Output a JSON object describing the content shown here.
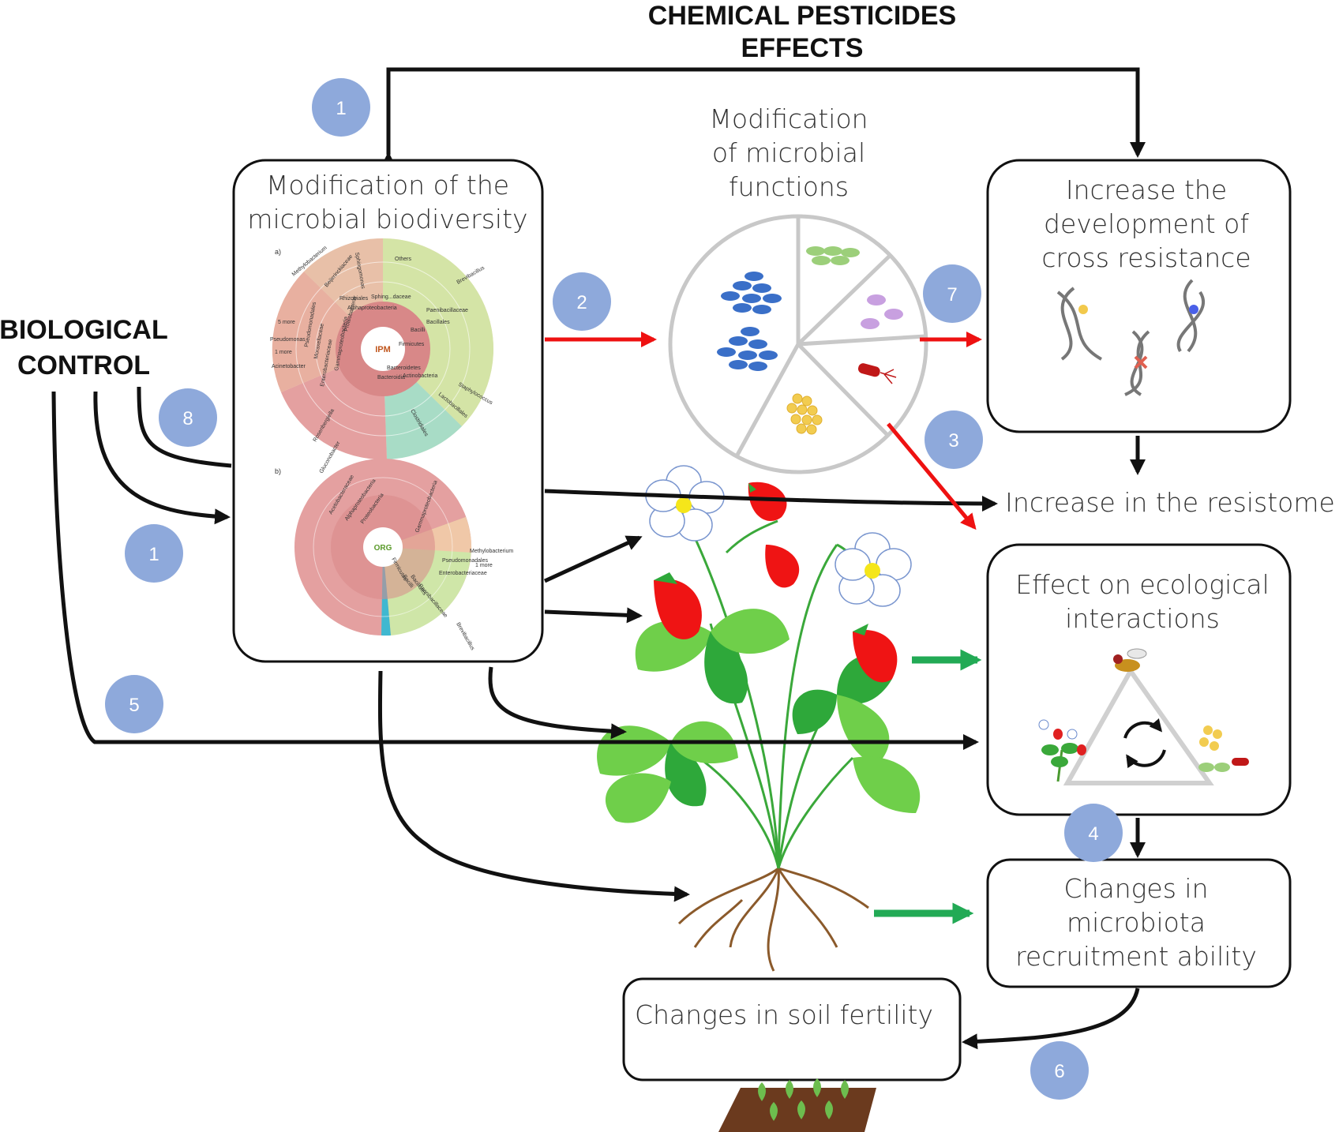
{
  "title": {
    "line1": "CHEMICAL PESTICIDES",
    "line2": "EFFECTS"
  },
  "side_label": {
    "line1": "BIOLOGICAL",
    "line2": "CONTROL"
  },
  "boxes": {
    "biodiversity": {
      "line1": "Modification of the",
      "line2": "microbial biodiversity"
    },
    "functions": {
      "line1": "Modification",
      "line2": "of microbial",
      "line3": "functions"
    },
    "cross_resistance": {
      "line1": "Increase the",
      "line2": "development of",
      "line3": "cross resistance"
    },
    "resistome": {
      "label": "Increase in the resistome"
    },
    "ecological": {
      "line1": "Effect on ecological",
      "line2": "interactions"
    },
    "recruitment": {
      "line1": "Changes in",
      "line2": "microbiota",
      "line3": "recruitment ability"
    },
    "soil": {
      "label": "Changes in soil fertility"
    }
  },
  "badges": [
    "1",
    "2",
    "7",
    "8",
    "3",
    "1",
    "5",
    "4",
    "6"
  ],
  "krona": {
    "panel_a": "a)",
    "panel_b": "b)",
    "center_a": "IPM",
    "center_b": "ORG",
    "labels_a": [
      "Methylobacterium",
      "Beijerinckiaceae",
      "Rhizobiales",
      "Alphaproteobacteria",
      "Sphingomonas",
      "Sphing...daceae",
      "Others",
      "Brevibacillus",
      "Paenibacillaceae",
      "Bacilli",
      "Firmicutes",
      "Bacillales",
      "Pseudomonas",
      "5 more",
      "1 more",
      "Acinetobacter",
      "Pseudomonadales",
      "Moraxellaceae",
      "Proteobacteria",
      "Gammaproteobacteria",
      "Enterobacteriaceae",
      "Bacteroidia",
      "Bacteroidetes",
      "Staphylococcus",
      "Actinobacteria",
      "Lactobacillales",
      "Clostridiales",
      "Rosenbergiella"
    ],
    "labels_b": [
      "Gluconobacter",
      "Acetobacteraceae",
      "Alphaproteobacteria",
      "Proteobacteria",
      "Gammaproteobacteria",
      "Methylobacterium",
      "1 more",
      "Pseudomonadales",
      "Enterobacteriaceae",
      "Firmicutes",
      "Bacilli",
      "Bacillales",
      "Paenibacillaceae",
      "Brevibacillus"
    ]
  },
  "colors": {
    "badge": "#8ea9db",
    "red_arrow": "#ee1111",
    "green_arrow": "#22aa55",
    "black_arrow": "#111111"
  }
}
